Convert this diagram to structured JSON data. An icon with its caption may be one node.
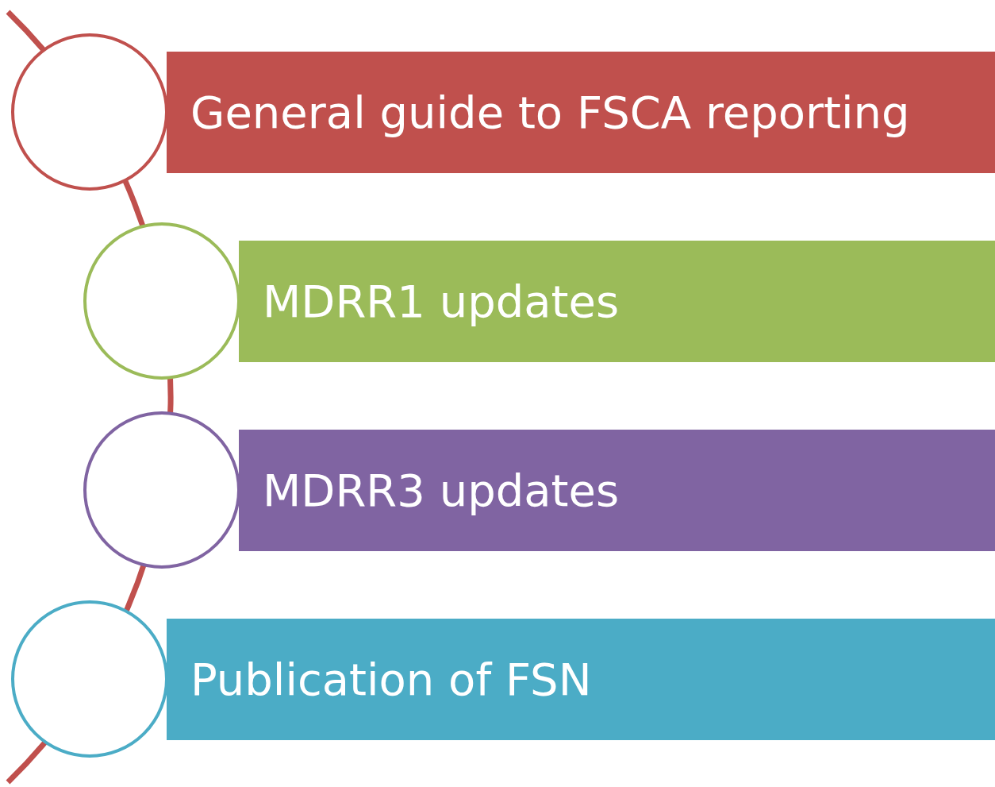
{
  "diagram": {
    "nodes": [
      {
        "text": [],
        "shape": "circle"
      },
      {
        "text": [
          "General guide to FSCA reporting"
        ]
      },
      {
        "text": [],
        "shape": "circle"
      },
      {
        "text": [
          "MDRR1 updates"
        ]
      },
      {
        "text": [],
        "shape": "circle"
      },
      {
        "text": [
          "MDRR3 updates"
        ]
      },
      {
        "text": [],
        "shape": "circle"
      },
      {
        "text": [
          "Publication of FSN"
        ]
      }
    ]
  }
}
